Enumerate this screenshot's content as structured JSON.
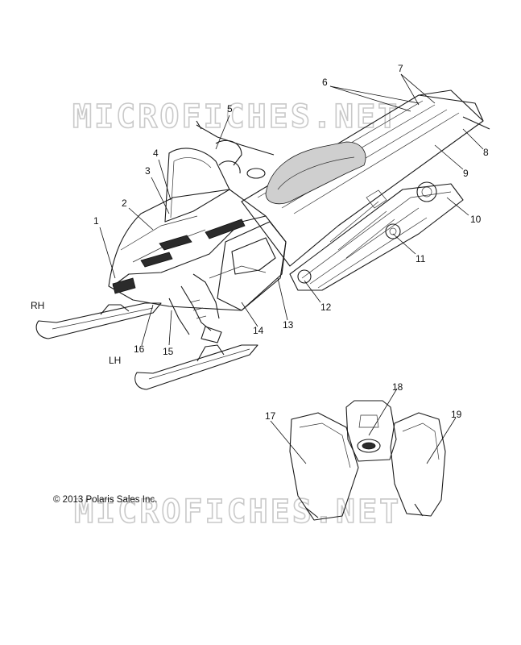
{
  "watermark": "MICROFICHES.NET",
  "copyright": "© 2013 Polaris Sales Inc.",
  "side_labels": {
    "rh": "RH",
    "lh": "LH"
  },
  "callouts": [
    "1",
    "2",
    "3",
    "4",
    "5",
    "6",
    "7",
    "8",
    "9",
    "10",
    "11",
    "12",
    "13",
    "14",
    "15",
    "16",
    "17",
    "18",
    "19"
  ]
}
